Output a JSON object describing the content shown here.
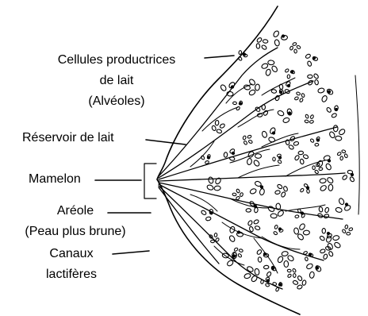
{
  "diagram": {
    "labels": {
      "alveoles_line1": "Cellules productrices",
      "alveoles_line2": "de lait",
      "alveoles_line3": "(Alvéoles)",
      "reservoir": "Réservoir de lait",
      "mamelon": "Mamelon",
      "areole_line1": "Aréole",
      "areole_line2": "(Peau plus brune)",
      "canaux_line1": "Canaux",
      "canaux_line2": "lactifères"
    },
    "colors": {
      "ink": "#000000",
      "background": "#ffffff"
    }
  }
}
